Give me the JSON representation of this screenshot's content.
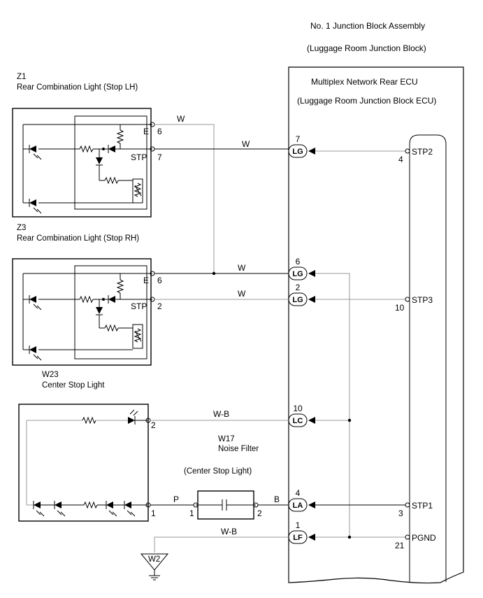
{
  "junction_block": {
    "title": "No. 1 Junction Block Assembly",
    "subtitle": "(Luggage Room Junction Block)"
  },
  "ecu": {
    "title": "Multiplex Network Rear ECU",
    "subtitle": "(Luggage Room Junction Block ECU)"
  },
  "components": {
    "z1": {
      "code": "Z1",
      "name": "Rear Combination Light (Stop LH)"
    },
    "z3": {
      "code": "Z3",
      "name": "Rear Combination Light (Stop RH)"
    },
    "w23": {
      "code": "W23",
      "name": "Center Stop Light"
    },
    "w17": {
      "code": "W17",
      "name": "Noise Filter",
      "sub": "(Center Stop Light)"
    },
    "w2": {
      "code": "W2"
    }
  },
  "terminals": {
    "z1_e": "E",
    "z1_e_pin": "6",
    "z1_stp": "STP",
    "z1_stp_pin": "7",
    "z3_e": "E",
    "z3_e_pin": "6",
    "z3_stp": "STP",
    "z3_stp_pin": "2",
    "w23_pin2": "2",
    "w23_pin1": "1",
    "w17_pin1": "1",
    "w17_pin2": "2"
  },
  "wires": {
    "w1": "W",
    "w2": "W",
    "w3": "W",
    "w4": "W",
    "wb1": "W-B",
    "p": "P",
    "b": "B",
    "wb2": "W-B"
  },
  "connectors": [
    {
      "pin": "7",
      "code": "LG"
    },
    {
      "pin": "6",
      "code": "LG"
    },
    {
      "pin": "2",
      "code": "LG"
    },
    {
      "pin": "10",
      "code": "LC"
    },
    {
      "pin": "4",
      "code": "LA"
    },
    {
      "pin": "1",
      "code": "LF"
    }
  ],
  "ecu_pins": [
    {
      "pin": "4",
      "name": "STP2"
    },
    {
      "pin": "10",
      "name": "STP3"
    },
    {
      "pin": "3",
      "name": "STP1"
    },
    {
      "pin": "21",
      "name": "PGND"
    }
  ]
}
